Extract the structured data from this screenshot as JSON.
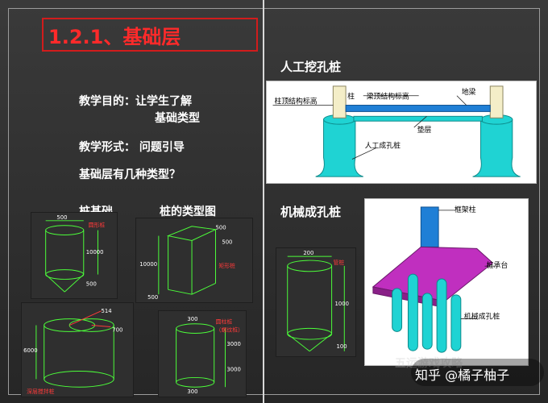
{
  "slide": {
    "title": "1.2.1、基础层",
    "objective_label": "教学目的：让学生了解",
    "objective_cont": "基础类型",
    "form_label": "教学形式：  问题引导",
    "question": "基础层有几种类型？",
    "pile_foundation": "桩基础",
    "pile_types": "桩的类型图"
  },
  "thumbs": [
    {
      "dim_top": "500",
      "dim_side": "10000",
      "dim_bottom": "500",
      "caption": "圆形桩"
    },
    {
      "dim_a": "500",
      "dim_b": "500",
      "dim_side": "10000",
      "dim_bottom": "500",
      "caption": "矩形桩"
    },
    {
      "dim_a": "514",
      "dim_b": "700",
      "dim_side": "6000",
      "caption": "深层搅拌桩"
    },
    {
      "dim_top": "300",
      "dim_side1": "3000",
      "dim_side2": "3000",
      "dim_bottom": "300",
      "caption": "圆柱桩",
      "caption2": "（螺纹桩）"
    }
  ],
  "right": {
    "manual_title": "人工挖孔桩",
    "manual": {
      "column": "柱",
      "beam_top": "梁顶结构标高",
      "col_top": "柱顶结构标高",
      "ground_beam": "地梁",
      "cushion": "垫层",
      "pile": "人工成孔桩"
    },
    "machine_title": "机械成孔桩",
    "small": {
      "dim_top": "200",
      "dim_side": "1000",
      "dim_bottom": "100",
      "caption": "管桩"
    },
    "machine": {
      "frame_col": "框架柱",
      "cap": "桩承台",
      "pile": "机械成孔桩"
    }
  },
  "watermark": {
    "faint": "五运游戏攻略",
    "text": "知乎 @橘子柚子"
  },
  "colors": {
    "title_red": "#ff2a2a",
    "wire_green": "#4cff3a",
    "cyan": "#1fd3d3",
    "magenta": "#c02fbf"
  }
}
